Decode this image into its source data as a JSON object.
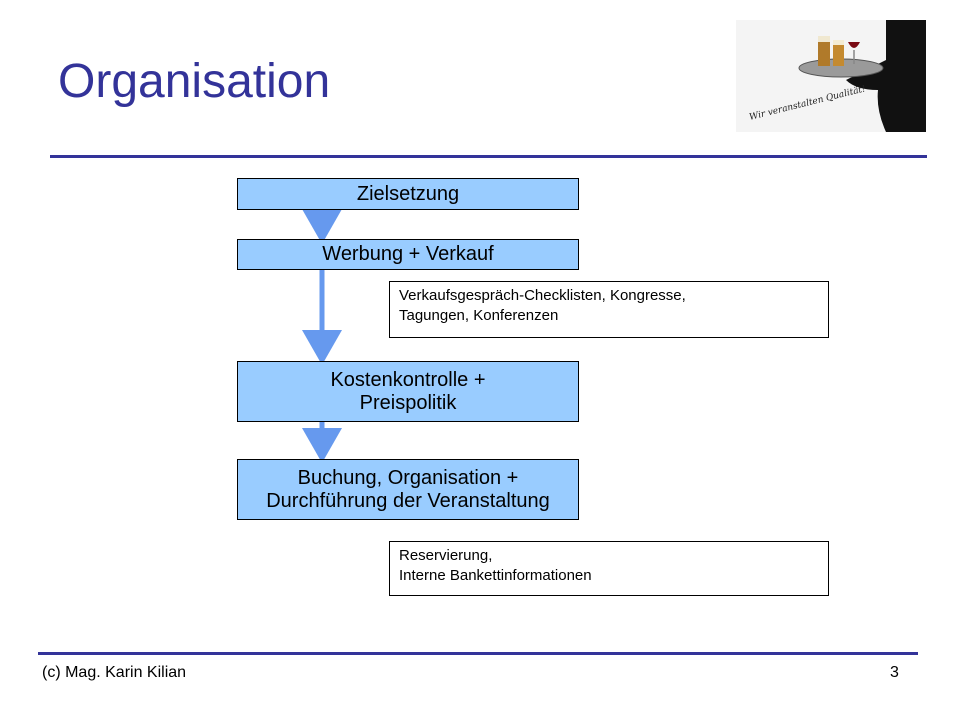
{
  "slide": {
    "title": "Organisation",
    "logo_text": "Wir veranstalten Qualität!"
  },
  "flow": {
    "boxes": [
      {
        "label": "Zielsetzung"
      },
      {
        "label": "Werbung + Verkauf"
      },
      {
        "label": "Kostenkontrolle +\nPreispolitik"
      },
      {
        "label": "Buchung, Organisation +\nDurchführung der Veranstaltung"
      }
    ],
    "notes": [
      {
        "text": "Verkaufsgespräch-Checklisten, Kongresse,\nTagungen, Konferenzen"
      },
      {
        "text": "Reservierung,\nInterne Bankettinformationen"
      }
    ]
  },
  "footer": {
    "author": "(c) Mag. Karin Kilian",
    "page_number": "3"
  },
  "colors": {
    "title": "#333399",
    "box_fill": "#99ccff",
    "arrow": "#6699ee"
  }
}
